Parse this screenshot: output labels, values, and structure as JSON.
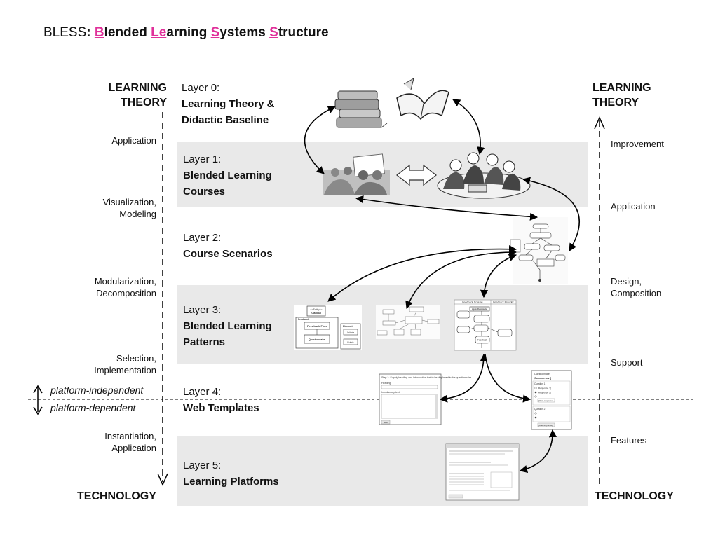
{
  "title": {
    "prefix": "BLESS",
    "colon": ": ",
    "parts": [
      {
        "initial": "B",
        "rest": "lended "
      },
      {
        "initial": "Le",
        "rest": "arning "
      },
      {
        "initial": "S",
        "rest": "ystems "
      },
      {
        "initial": "S",
        "rest": "tructure"
      }
    ]
  },
  "left_axis": {
    "top_line1": "LEARNING",
    "top_line2": "THEORY",
    "bottom": "TECHNOLOGY",
    "labels": [
      {
        "l1": "Application",
        "l2": ""
      },
      {
        "l1": "Visualization,",
        "l2": "Modeling"
      },
      {
        "l1": "Modularization,",
        "l2": "Decomposition"
      },
      {
        "l1": "Selection,",
        "l2": "Implementation"
      },
      {
        "l1": "Instantiation,",
        "l2": "Application"
      }
    ]
  },
  "right_axis": {
    "top_line1": "LEARNING",
    "top_line2": "THEORY",
    "bottom": "TECHNOLOGY",
    "labels": [
      {
        "l1": "Improvement",
        "l2": ""
      },
      {
        "l1": "Application",
        "l2": ""
      },
      {
        "l1": "Design,",
        "l2": "Composition"
      },
      {
        "l1": "Support",
        "l2": ""
      },
      {
        "l1": "Features",
        "l2": ""
      }
    ]
  },
  "layers": [
    {
      "num": "Layer 0:",
      "t1": "Learning Theory &",
      "t2": "Didactic Baseline"
    },
    {
      "num": "Layer 1:",
      "t1": "Blended Learning",
      "t2": "Courses"
    },
    {
      "num": "Layer 2:",
      "t1": "Course Scenarios",
      "t2": ""
    },
    {
      "num": "Layer 3:",
      "t1": "Blended Learning",
      "t2": "Patterns"
    },
    {
      "num": "Layer 4:",
      "t1": "Web Templates",
      "t2": ""
    },
    {
      "num": "Layer 5:",
      "t1": "Learning Platforms",
      "t2": ""
    }
  ],
  "platform": {
    "independent": "platform-independent",
    "dependent": "platform-dependent"
  },
  "thumbs": {
    "uml1_title1": "<<Entity>>",
    "uml1_title2": "Callout",
    "uml1_feedback": "Feedback",
    "uml1_fplan": "Feedback Plan",
    "uml1_quest": "Questionnaire",
    "uml1_element": "Element",
    "uml1_criteria": "Criteria",
    "uml1_rubric": "Rubric",
    "act_col1": "Feedback Scheme",
    "act_col2": "Feedback Provider",
    "act_n1": "Questionnaire",
    "act_n2": "Feedback",
    "web1_step": "Step 1: Supply heading and introduction text to be displayed in the questionnaire",
    "web1_heading": "Heading",
    "web1_intro": "Introductory text",
    "web1_btn": "Next",
    "web2_h1": "[Questionnaire]",
    "web2_h2": "[Common part]",
    "web2_q": "Question 1",
    "web2_o1": "[Response 1]",
    "web2_o2": "[Response 2]",
    "web2_o3": "[Own response]",
    "web2_q2": "Question 2",
    "web2_btn": "[Add response]"
  }
}
